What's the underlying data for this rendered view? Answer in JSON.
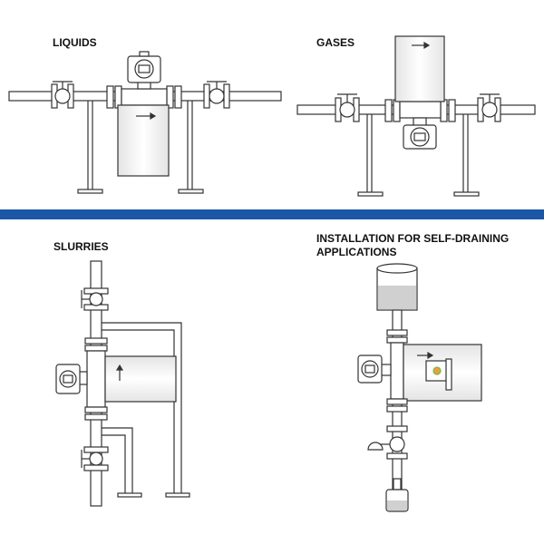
{
  "panels": {
    "liquids": {
      "title": "LIQUIDS"
    },
    "gases": {
      "title": "GASES"
    },
    "slurries": {
      "title": "SLURRIES"
    },
    "self_draining": {
      "title_line1": "INSTALLATION FOR SELF-DRAINING",
      "title_line2": "APPLICATIONS"
    }
  },
  "colors": {
    "divider": "#1b57a6",
    "outline": "#333333",
    "body_fill": "#f2f2f2",
    "tank_liquid": "#d0d0d0"
  }
}
